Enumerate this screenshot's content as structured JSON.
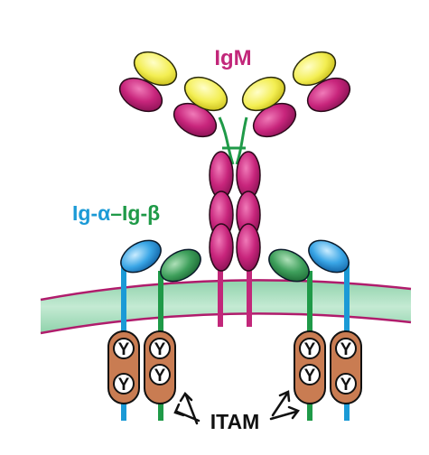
{
  "labels": {
    "igm": "IgM",
    "ig_alpha": "Ig-α",
    "dash": "–",
    "ig_beta": "Ig-β",
    "itam": "ITAM",
    "tyrosine": "Y"
  },
  "colors": {
    "igm_heavy": "#c2277a",
    "igm_light": "#f2ee4a",
    "ig_alpha": "#1b9ad6",
    "ig_beta": "#1f9a48",
    "disulfide_bond": "#1f9a48",
    "membrane_fill": "#a9dcbf",
    "membrane_edge": "#b01c6c",
    "itam_pill": "#c97c52",
    "itam_text": "#111111"
  }
}
